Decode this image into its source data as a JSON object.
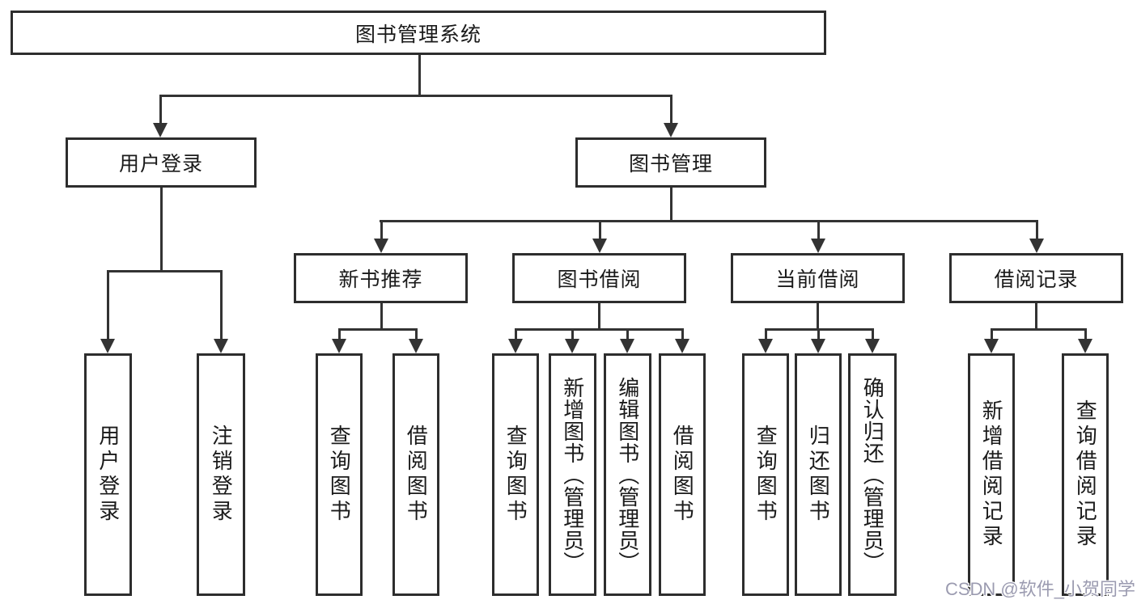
{
  "tree": {
    "label": "图书管理系统",
    "children": [
      {
        "label": "用户登录",
        "children": [
          {
            "label": "用户登录"
          },
          {
            "label": "注销登录"
          }
        ]
      },
      {
        "label": "图书管理",
        "children": [
          {
            "label": "新书推荐",
            "children": [
              {
                "label": "查询图书"
              },
              {
                "label": "借阅图书"
              }
            ]
          },
          {
            "label": "图书借阅",
            "children": [
              {
                "label": "查询图书"
              },
              {
                "label": "新增图书（管理员）"
              },
              {
                "label": "编辑图书（管理员）"
              },
              {
                "label": "借阅图书"
              }
            ]
          },
          {
            "label": "当前借阅",
            "children": [
              {
                "label": "查询图书"
              },
              {
                "label": "归还图书"
              },
              {
                "label": "确认归还（管理员）"
              }
            ]
          },
          {
            "label": "借阅记录",
            "children": [
              {
                "label": "新增借阅记录"
              },
              {
                "label": "查询借阅记录"
              }
            ]
          }
        ]
      }
    ]
  },
  "watermark": {
    "text": "CSDN @软件_小贺同学"
  },
  "colors": {
    "background": "#ffffff",
    "line": "#333333",
    "box_border": "#2d2d2d",
    "text": "#1a1a1a",
    "watermark": "#9b9bb0"
  }
}
